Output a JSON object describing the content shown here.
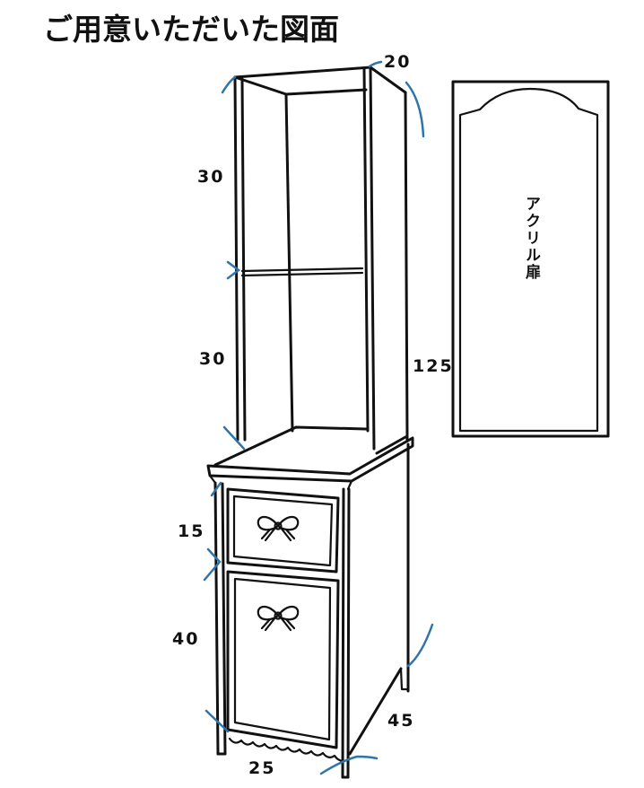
{
  "title": "ご用意いただいた図面",
  "dimensions": {
    "top_depth": "20",
    "upper_shelf_height": "30",
    "lower_shelf_height": "30",
    "total_height": "125",
    "drawer_height": "15",
    "cabinet_door_height": "40",
    "cabinet_depth": "45",
    "cabinet_width": "25"
  },
  "door_panel": {
    "label": "アクリル扉"
  },
  "colors": {
    "line": "#111111",
    "measure_marks": "#2f75a8",
    "background": "#ffffff"
  }
}
